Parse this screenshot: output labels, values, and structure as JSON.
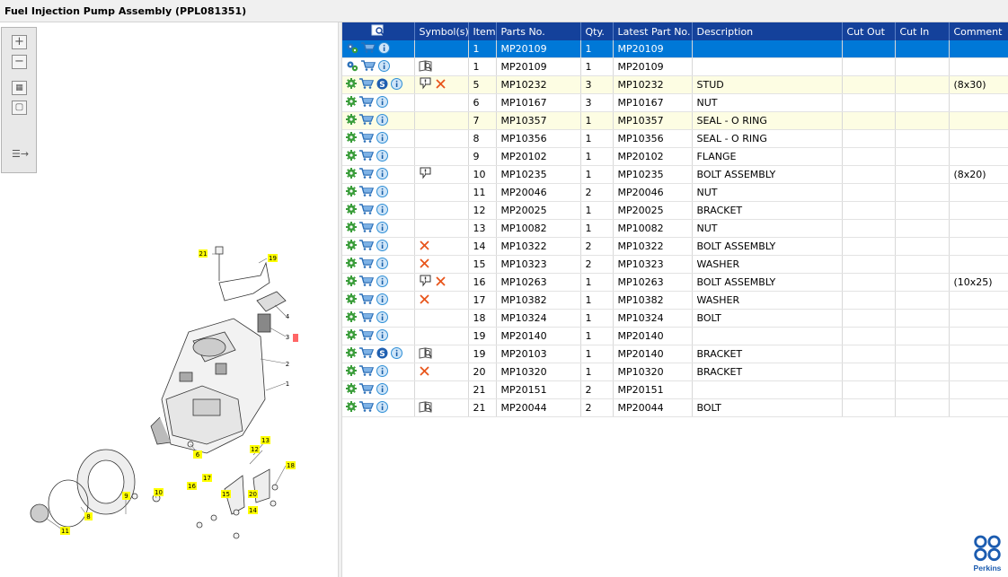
{
  "title": "Fuel Injection Pump Assembly (PPL081351)",
  "toolbar": {
    "zoom_in_icon": "plus-icon",
    "zoom_out_icon": "minus-icon",
    "fit_all_icon": "grid-icon",
    "fit_icon": "square-icon",
    "sidebar_icon": "arrow-panel-icon"
  },
  "table": {
    "columns": [
      "",
      "Symbol(s)",
      "Item",
      "Parts No.",
      "Qty.",
      "Latest Part No.",
      "Description",
      "Cut Out",
      "Cut In",
      "Comment"
    ],
    "rows": [
      {
        "icons": [
          "gears",
          "cart",
          "info"
        ],
        "symbols": [],
        "item": "1",
        "part": "MP20109",
        "qty": "1",
        "latest": "MP20109",
        "desc": "",
        "cut_out": "",
        "cut_in": "",
        "comment": "",
        "state": "sel"
      },
      {
        "icons": [
          "gears",
          "cart",
          "info"
        ],
        "symbols": [
          "book"
        ],
        "item": "1",
        "part": "MP20109",
        "qty": "1",
        "latest": "MP20109",
        "desc": "",
        "cut_out": "",
        "cut_in": "",
        "comment": "",
        "state": ""
      },
      {
        "icons": [
          "gear",
          "cart",
          "s",
          "info"
        ],
        "symbols": [
          "balloon",
          "cross"
        ],
        "item": "5",
        "part": "MP10232",
        "qty": "3",
        "latest": "MP10232",
        "desc": "STUD",
        "cut_out": "",
        "cut_in": "",
        "comment": "(8x30)",
        "state": "hl"
      },
      {
        "icons": [
          "gear",
          "cart",
          "info"
        ],
        "symbols": [],
        "item": "6",
        "part": "MP10167",
        "qty": "3",
        "latest": "MP10167",
        "desc": "NUT",
        "cut_out": "",
        "cut_in": "",
        "comment": "",
        "state": ""
      },
      {
        "icons": [
          "gear",
          "cart",
          "info"
        ],
        "symbols": [],
        "item": "7",
        "part": "MP10357",
        "qty": "1",
        "latest": "MP10357",
        "desc": "SEAL - O RING",
        "cut_out": "",
        "cut_in": "",
        "comment": "",
        "state": "hl"
      },
      {
        "icons": [
          "gear",
          "cart",
          "info"
        ],
        "symbols": [],
        "item": "8",
        "part": "MP10356",
        "qty": "1",
        "latest": "MP10356",
        "desc": "SEAL - O RING",
        "cut_out": "",
        "cut_in": "",
        "comment": "",
        "state": ""
      },
      {
        "icons": [
          "gear",
          "cart",
          "info"
        ],
        "symbols": [],
        "item": "9",
        "part": "MP20102",
        "qty": "1",
        "latest": "MP20102",
        "desc": "FLANGE",
        "cut_out": "",
        "cut_in": "",
        "comment": "",
        "state": ""
      },
      {
        "icons": [
          "gear",
          "cart",
          "info"
        ],
        "symbols": [
          "balloon"
        ],
        "item": "10",
        "part": "MP10235",
        "qty": "1",
        "latest": "MP10235",
        "desc": "BOLT ASSEMBLY",
        "cut_out": "",
        "cut_in": "",
        "comment": "(8x20)",
        "state": ""
      },
      {
        "icons": [
          "gear",
          "cart",
          "info"
        ],
        "symbols": [],
        "item": "11",
        "part": "MP20046",
        "qty": "2",
        "latest": "MP20046",
        "desc": "NUT",
        "cut_out": "",
        "cut_in": "",
        "comment": "",
        "state": ""
      },
      {
        "icons": [
          "gear",
          "cart",
          "info"
        ],
        "symbols": [],
        "item": "12",
        "part": "MP20025",
        "qty": "1",
        "latest": "MP20025",
        "desc": "BRACKET",
        "cut_out": "",
        "cut_in": "",
        "comment": "",
        "state": ""
      },
      {
        "icons": [
          "gear",
          "cart",
          "info"
        ],
        "symbols": [],
        "item": "13",
        "part": "MP10082",
        "qty": "1",
        "latest": "MP10082",
        "desc": "NUT",
        "cut_out": "",
        "cut_in": "",
        "comment": "",
        "state": ""
      },
      {
        "icons": [
          "gear",
          "cart",
          "info"
        ],
        "symbols": [
          "cross"
        ],
        "item": "14",
        "part": "MP10322",
        "qty": "2",
        "latest": "MP10322",
        "desc": "BOLT ASSEMBLY",
        "cut_out": "",
        "cut_in": "",
        "comment": "",
        "state": ""
      },
      {
        "icons": [
          "gear",
          "cart",
          "info"
        ],
        "symbols": [
          "cross"
        ],
        "item": "15",
        "part": "MP10323",
        "qty": "2",
        "latest": "MP10323",
        "desc": "WASHER",
        "cut_out": "",
        "cut_in": "",
        "comment": "",
        "state": ""
      },
      {
        "icons": [
          "gear",
          "cart",
          "info"
        ],
        "symbols": [
          "balloon",
          "cross"
        ],
        "item": "16",
        "part": "MP10263",
        "qty": "1",
        "latest": "MP10263",
        "desc": "BOLT ASSEMBLY",
        "cut_out": "",
        "cut_in": "",
        "comment": "(10x25)",
        "state": ""
      },
      {
        "icons": [
          "gear",
          "cart",
          "info"
        ],
        "symbols": [
          "cross"
        ],
        "item": "17",
        "part": "MP10382",
        "qty": "1",
        "latest": "MP10382",
        "desc": "WASHER",
        "cut_out": "",
        "cut_in": "",
        "comment": "",
        "state": ""
      },
      {
        "icons": [
          "gear",
          "cart",
          "info"
        ],
        "symbols": [],
        "item": "18",
        "part": "MP10324",
        "qty": "1",
        "latest": "MP10324",
        "desc": "BOLT",
        "cut_out": "",
        "cut_in": "",
        "comment": "",
        "state": ""
      },
      {
        "icons": [
          "gear",
          "cart",
          "info"
        ],
        "symbols": [],
        "item": "19",
        "part": "MP20140",
        "qty": "1",
        "latest": "MP20140",
        "desc": "",
        "cut_out": "",
        "cut_in": "",
        "comment": "",
        "state": ""
      },
      {
        "icons": [
          "gear",
          "cart",
          "s",
          "info"
        ],
        "symbols": [
          "book"
        ],
        "item": "19",
        "part": "MP20103",
        "qty": "1",
        "latest": "MP20140",
        "desc": "BRACKET",
        "cut_out": "",
        "cut_in": "",
        "comment": "",
        "state": ""
      },
      {
        "icons": [
          "gear",
          "cart",
          "info"
        ],
        "symbols": [
          "cross"
        ],
        "item": "20",
        "part": "MP10320",
        "qty": "1",
        "latest": "MP10320",
        "desc": "BRACKET",
        "cut_out": "",
        "cut_in": "",
        "comment": "",
        "state": ""
      },
      {
        "icons": [
          "gear",
          "cart",
          "info"
        ],
        "symbols": [],
        "item": "21",
        "part": "MP20151",
        "qty": "2",
        "latest": "MP20151",
        "desc": "",
        "cut_out": "",
        "cut_in": "",
        "comment": "",
        "state": ""
      },
      {
        "icons": [
          "gear",
          "cart",
          "info"
        ],
        "symbols": [
          "book"
        ],
        "item": "21",
        "part": "MP20044",
        "qty": "2",
        "latest": "MP20044",
        "desc": "BOLT",
        "cut_out": "",
        "cut_in": "",
        "comment": "",
        "state": ""
      }
    ]
  },
  "diagram": {
    "callouts": [
      "21",
      "19",
      "4",
      "3",
      "2",
      "1",
      "6",
      "13",
      "12",
      "18",
      "17",
      "16",
      "15",
      "20",
      "14",
      "10",
      "9",
      "8",
      "11"
    ]
  },
  "logo": {
    "text": "Perkins"
  },
  "colors": {
    "header": "#14419b",
    "selected": "#0078d7",
    "highlight": "#fdfde3",
    "callout": "#ffff00",
    "cross": "#e8541a",
    "gear": "#3a9d3a",
    "info": "#2e8fd6"
  }
}
